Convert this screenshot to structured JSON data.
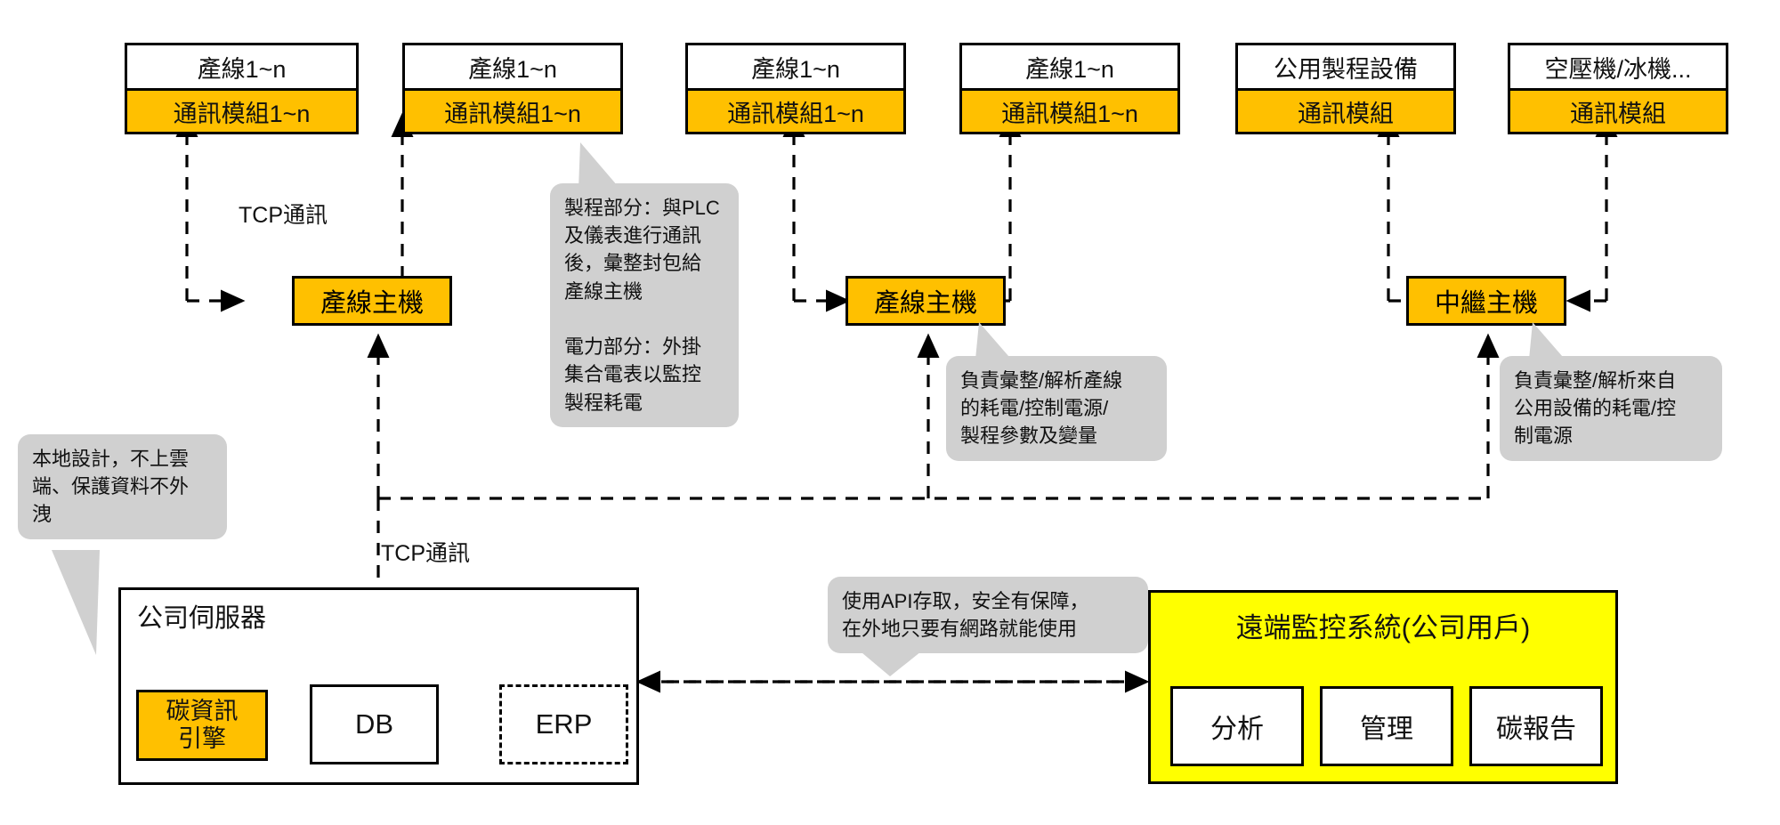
{
  "colors": {
    "orange": "#FFC000",
    "yellow": "#FFFF00",
    "bubble_gray": "#D0D0D0",
    "line": "#000000",
    "box_fill": "#FFFFFF"
  },
  "equipment_row": [
    {
      "title": "產線1~n",
      "module": "通訊模組1~n"
    },
    {
      "title": "產線1~n",
      "module": "通訊模組1~n"
    },
    {
      "title": "產線1~n",
      "module": "通訊模組1~n"
    },
    {
      "title": "產線1~n",
      "module": "通訊模組1~n"
    },
    {
      "title": "公用製程設備",
      "module": "通訊模組"
    },
    {
      "title": "空壓機/冰機...",
      "module": "通訊模組"
    }
  ],
  "hosts": [
    {
      "label": "產線主機"
    },
    {
      "label": "產線主機"
    },
    {
      "label": "中繼主機"
    }
  ],
  "edge_labels": {
    "tcp_top": "TCP通訊",
    "tcp_bottom": "TCP通訊"
  },
  "callouts": {
    "process": "製程部分：與PLC\n及儀表進行通訊\n後，彙整封包給\n產線主機\n\n電力部分：外掛\n集合電表以監控\n製程耗電",
    "line_host": "負責彙整/解析產線\n的耗電/控制電源/\n製程參數及變量",
    "relay_host": "負責彙整/解析來自\n公用設備的耗電/控\n制電源",
    "local_design": "本地設計，不上雲\n端、保護資料不外\n洩",
    "api_access": "使用API存取，安全有保障，\n在外地只要有網路就能使用"
  },
  "server": {
    "title": "公司伺服器",
    "engine": "碳資訊\n引擎",
    "db": "DB",
    "erp": "ERP"
  },
  "remote": {
    "title": "遠端監控系統(公司用戶)",
    "buttons": [
      "分析",
      "管理",
      "碳報告"
    ]
  }
}
